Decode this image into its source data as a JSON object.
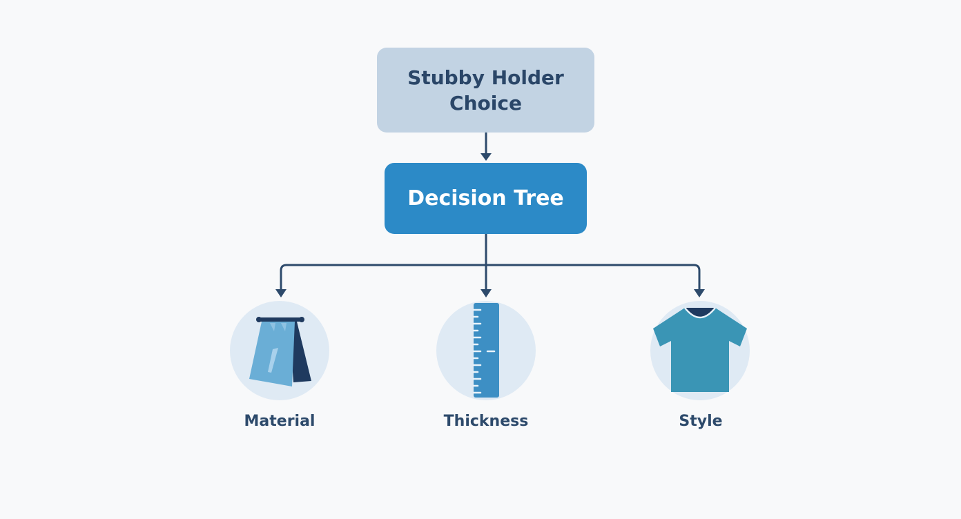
{
  "diagram": {
    "root": {
      "label": "Stubby Holder Choice"
    },
    "hub": {
      "label": "Decision Tree"
    },
    "leaves": [
      {
        "label": "Material",
        "icon": "fabric-drape-icon"
      },
      {
        "label": "Thickness",
        "icon": "ruler-icon"
      },
      {
        "label": "Style",
        "icon": "t-shirt-icon"
      }
    ]
  },
  "colors": {
    "background": "#f8f9fa",
    "root_fill": "#c2d3e3",
    "root_text": "#2a4668",
    "hub_fill": "#2c8ac7",
    "hub_text": "#ffffff",
    "connector": "#2d4a6b",
    "icon_circle": "#dfeaf4",
    "icon_light_blue": "#6aaed6",
    "icon_dark_navy": "#1f3a5f",
    "icon_teal": "#3a95b5",
    "label_text": "#2d4a6b"
  }
}
